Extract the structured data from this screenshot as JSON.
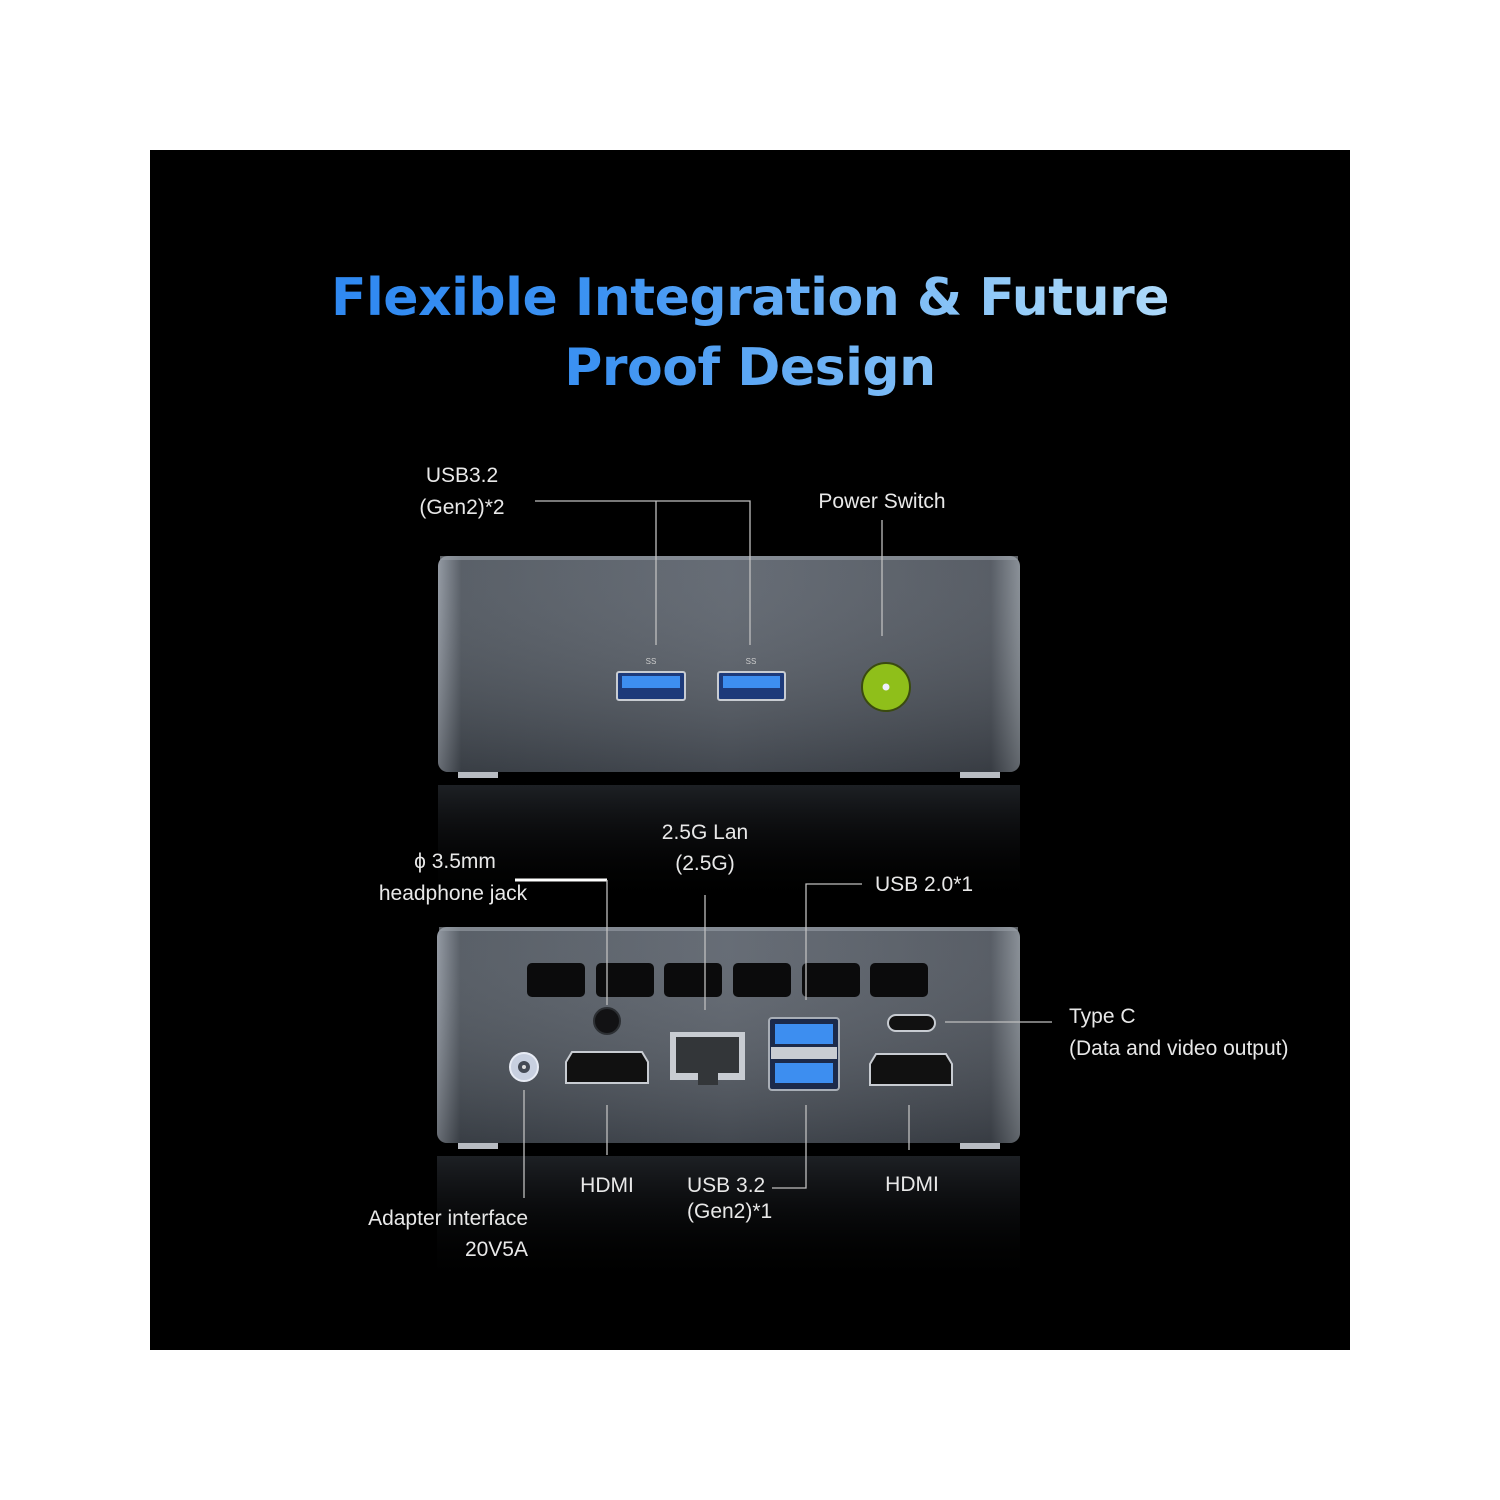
{
  "heading": {
    "line1": "Flexible Integration & Future",
    "line2": "Proof Design"
  },
  "front_view": {
    "usb_label_line1": "USB3.2",
    "usb_label_line2": "(Gen2)*2",
    "power_label": "Power Switch",
    "usb_port_mark": "SS",
    "power_button_color": "#8fbf1a"
  },
  "rear_view": {
    "headphone_line1": "ϕ 3.5mm",
    "headphone_line2": "headphone jack",
    "lan_line1": "2.5G Lan",
    "lan_line2": "(2.5G)",
    "usb2_label": "USB 2.0*1",
    "typec_line1": "Type C",
    "typec_line2": "(Data and video output)",
    "hdmi_left": "HDMI",
    "usb32_line1": "USB 3.2",
    "usb32_line2": "(Gen2)*1",
    "hdmi_right": "HDMI",
    "adapter_line1": "Adapter interface",
    "adapter_line2": "20V5A"
  },
  "colors": {
    "usb3_blue": "#2f6fd6",
    "case_gray": "#4a5059",
    "background": "#000000"
  }
}
